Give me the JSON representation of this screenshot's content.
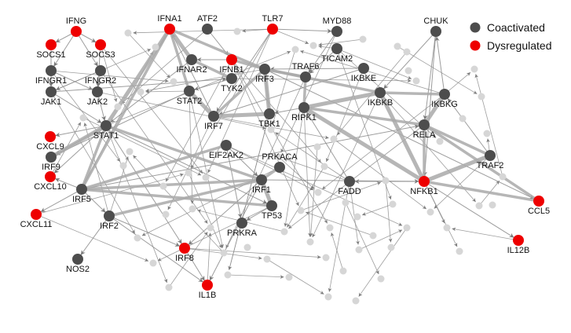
{
  "colors": {
    "coactivated": "#4d4d4d",
    "dysregulated": "#ee0000",
    "other_node": "#d6d6d6",
    "edge": "#8c8c8c",
    "strong_edge": "#a9a9a9"
  },
  "legend": {
    "coactivated": "Coactivated",
    "dysregulated": "Dysregulated"
  },
  "nodes": [
    {
      "id": "IFNG",
      "label": "IFNG",
      "group": "dysregulated"
    },
    {
      "id": "SOCS1",
      "label": "SOCS1",
      "group": "dysregulated"
    },
    {
      "id": "SOCS3",
      "label": "SOCS3",
      "group": "dysregulated"
    },
    {
      "id": "IFNGR1",
      "label": "IFNGR1",
      "group": "coactivated"
    },
    {
      "id": "IFNGR2",
      "label": "IFNGR2",
      "group": "coactivated"
    },
    {
      "id": "JAK1",
      "label": "JAK1",
      "group": "coactivated"
    },
    {
      "id": "JAK2",
      "label": "JAK2",
      "group": "coactivated"
    },
    {
      "id": "STAT1",
      "label": "STAT1",
      "group": "coactivated"
    },
    {
      "id": "CXCL9",
      "label": "CXCL9",
      "group": "dysregulated"
    },
    {
      "id": "IRF9",
      "label": "IRF9",
      "group": "coactivated"
    },
    {
      "id": "CXCL10",
      "label": "CXCL10",
      "group": "dysregulated"
    },
    {
      "id": "IRF5",
      "label": "IRF5",
      "group": "coactivated"
    },
    {
      "id": "CXCL11",
      "label": "CXCL11",
      "group": "dysregulated"
    },
    {
      "id": "IRF2",
      "label": "IRF2",
      "group": "coactivated"
    },
    {
      "id": "NOS2",
      "label": "NOS2",
      "group": "coactivated"
    },
    {
      "id": "IFNA1",
      "label": "IFNA1",
      "group": "dysregulated"
    },
    {
      "id": "ATF2",
      "label": "ATF2",
      "group": "coactivated"
    },
    {
      "id": "IFNAR2",
      "label": "IFNAR2",
      "group": "coactivated"
    },
    {
      "id": "IFNB1",
      "label": "IFNB1",
      "group": "dysregulated"
    },
    {
      "id": "TYK2",
      "label": "TYK2",
      "group": "coactivated"
    },
    {
      "id": "STAT2",
      "label": "STAT2",
      "group": "coactivated"
    },
    {
      "id": "IRF7",
      "label": "IRF7",
      "group": "coactivated"
    },
    {
      "id": "TLR7",
      "label": "TLR7",
      "group": "dysregulated"
    },
    {
      "id": "IRF3",
      "label": "IRF3",
      "group": "coactivated"
    },
    {
      "id": "MYD88",
      "label": "MYD88",
      "group": "coactivated"
    },
    {
      "id": "TICAM2",
      "label": "TICAM2",
      "group": "coactivated"
    },
    {
      "id": "TRAF6",
      "label": "TRAF6",
      "group": "coactivated"
    },
    {
      "id": "IKBKE",
      "label": "IKBKE",
      "group": "coactivated"
    },
    {
      "id": "CHUK",
      "label": "CHUK",
      "group": "coactivated"
    },
    {
      "id": "IKBKB",
      "label": "IKBKB",
      "group": "coactivated"
    },
    {
      "id": "IKBKG",
      "label": "IKBKG",
      "group": "coactivated"
    },
    {
      "id": "RIPK1",
      "label": "RIPK1",
      "group": "coactivated"
    },
    {
      "id": "TBK1",
      "label": "TBK1",
      "group": "coactivated"
    },
    {
      "id": "RELA",
      "label": "RELA",
      "group": "coactivated"
    },
    {
      "id": "EIF2AK2",
      "label": "EIF2AK2",
      "group": "coactivated"
    },
    {
      "id": "TRAF2",
      "label": "TRAF2",
      "group": "coactivated"
    },
    {
      "id": "PRKACA",
      "label": "PRKACA",
      "group": "coactivated"
    },
    {
      "id": "IRF1",
      "label": "IRF1",
      "group": "coactivated"
    },
    {
      "id": "FADD",
      "label": "FADD",
      "group": "coactivated"
    },
    {
      "id": "NFKB1",
      "label": "NFKB1",
      "group": "dysregulated"
    },
    {
      "id": "CCL5",
      "label": "CCL5",
      "group": "dysregulated"
    },
    {
      "id": "TP53",
      "label": "TP53",
      "group": "coactivated"
    },
    {
      "id": "PRKRA",
      "label": "PRKRA",
      "group": "coactivated"
    },
    {
      "id": "IRF8",
      "label": "IRF8",
      "group": "dysregulated"
    },
    {
      "id": "IL12B",
      "label": "IL12B",
      "group": "dysregulated"
    },
    {
      "id": "IL1B",
      "label": "IL1B",
      "group": "dysregulated"
    }
  ]
}
